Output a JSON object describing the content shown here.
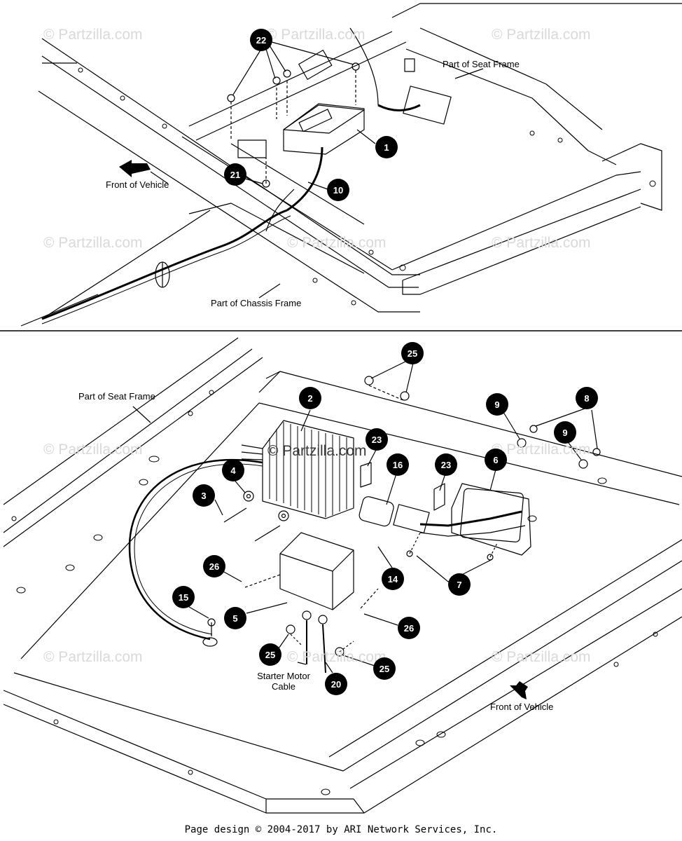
{
  "watermark": "© Partzilla.com",
  "watermark_center": "© Partzilla.com",
  "top_view": {
    "labels": {
      "seat_frame": "Part of Seat Frame",
      "front_vehicle": "Front of Vehicle",
      "chassis_frame": "Part of Chassis Frame"
    },
    "callouts": [
      "22",
      "1",
      "21",
      "10"
    ]
  },
  "bottom_view": {
    "labels": {
      "seat_frame": "Part of Seat Frame",
      "front_vehicle": "Front of Vehicle",
      "starter_line1": "Starter Motor",
      "starter_line2": "Cable"
    },
    "callouts": [
      "25",
      "2",
      "9",
      "8",
      "9",
      "23",
      "16",
      "23",
      "6",
      "4",
      "3",
      "26",
      "14",
      "7",
      "15",
      "5",
      "26",
      "25",
      "25",
      "20"
    ]
  },
  "footer": "Page design © 2004-2017 by ARI Network Services, Inc."
}
